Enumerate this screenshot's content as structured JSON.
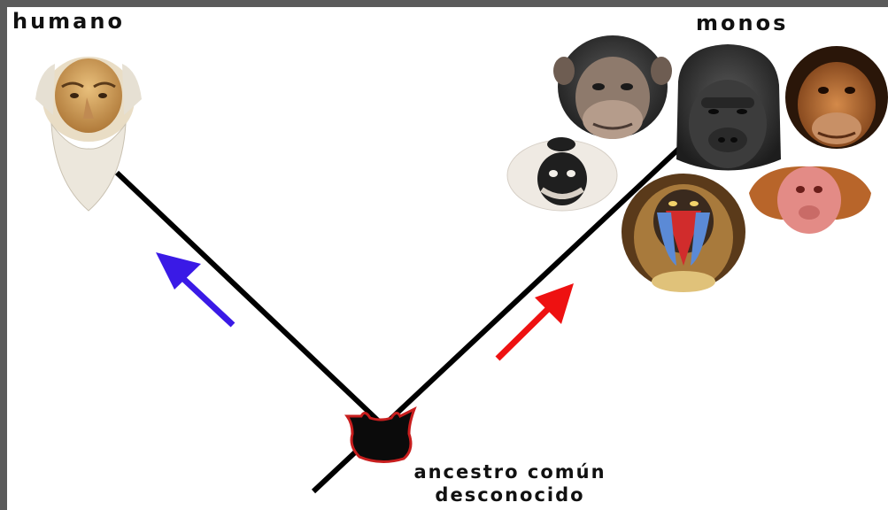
{
  "labels": {
    "human": "humano",
    "apes": "monos",
    "ancestor_line1": "ancestro común",
    "ancestor_line2": "desconocido"
  },
  "icons": [
    "human-portrait-icon",
    "chimpanzee-icon",
    "gorilla-icon",
    "orangutan-icon",
    "gibbon-icon",
    "mandrill-icon",
    "uakari-icon",
    "ancestor-silhouette-icon"
  ],
  "colors": {
    "background": "#5b5b5b",
    "canvas": "#ffffff",
    "branch": "#000000",
    "human_arrow": "#3a1ae6",
    "ape_arrow": "#ee1111"
  }
}
